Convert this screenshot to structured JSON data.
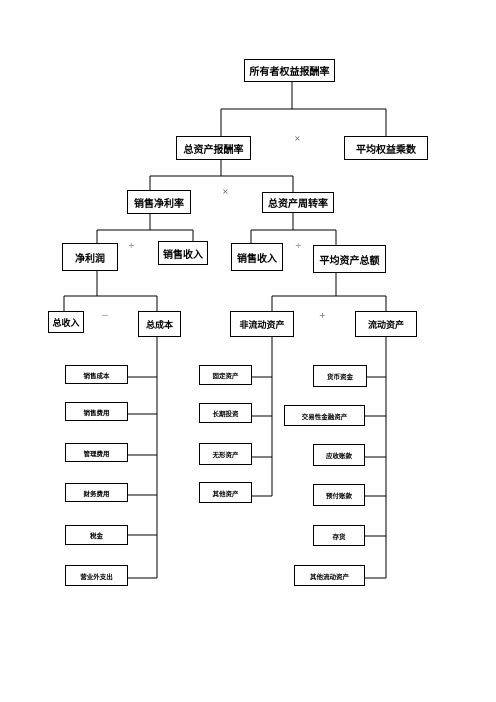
{
  "nodes": {
    "root": "所有者权益报酬率",
    "roa": "总资产报酬率",
    "equity_multiplier": "平均权益乘数",
    "net_margin": "销售净利率",
    "asset_turnover": "总资产周转率",
    "net_profit": "净利润",
    "sales_revenue_1": "销售收入",
    "sales_revenue_2": "销售收入",
    "avg_total_assets": "平均资产总额",
    "total_income": "总收入",
    "total_cost": "总成本",
    "non_current_assets": "非流动资产",
    "current_assets": "流动资产"
  },
  "operators": {
    "multiply_1": "×",
    "multiply_2": "×",
    "divide_1": "÷",
    "divide_2": "÷",
    "minus": "－",
    "plus": "+"
  },
  "cost_items": [
    "销售成本",
    "销售费用",
    "管理费用",
    "财务费用",
    "税金",
    "营业外支出"
  ],
  "non_current_items": [
    "固定资产",
    "长期投资",
    "无形资产",
    "其他资产"
  ],
  "current_items": [
    "货币资金",
    "交易性金融资产",
    "应收账款",
    "预付账款",
    "存货",
    "其他流动资产"
  ]
}
